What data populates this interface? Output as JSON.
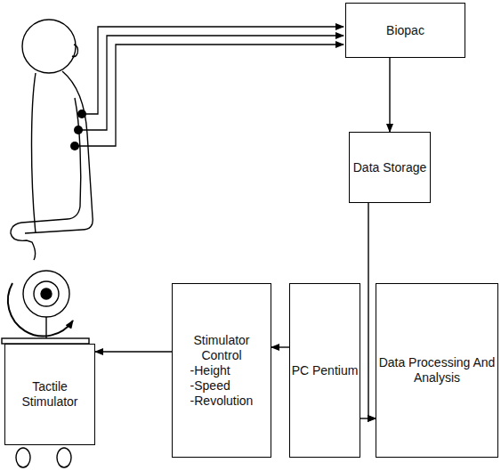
{
  "diagram": {
    "nodes": [
      {
        "text": [
          "Biopac"
        ]
      },
      {
        "text": [
          "Data Storage"
        ]
      },
      {
        "text": [
          "Tactile Stimulator"
        ]
      },
      {
        "text": [
          "Stimulator Control",
          "-Height",
          "-Speed",
          "-Revolution"
        ]
      },
      {
        "text": [
          "PC Pentium"
        ]
      },
      {
        "text": [
          "Data Processing And Analysis"
        ]
      }
    ],
    "edges": [
      {
        "from": 0,
        "to": 1,
        "arrow": "to"
      },
      {
        "from": 1,
        "to": 5,
        "arrow": "to"
      },
      {
        "from": 4,
        "to": 5,
        "arrow": "to"
      },
      {
        "from": 4,
        "to": 3,
        "arrow": "to"
      },
      {
        "from": 3,
        "to": 2,
        "arrow": "to"
      }
    ]
  }
}
